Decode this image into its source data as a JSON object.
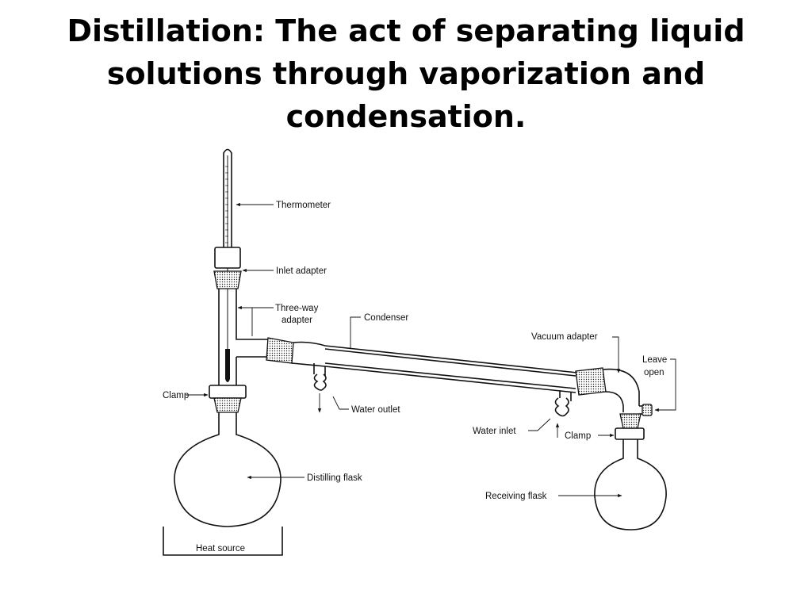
{
  "title": {
    "term": "Distillation:",
    "definition": " The act of separating liquid solutions through vaporization and condensation."
  },
  "labels": {
    "thermometer": "Thermometer",
    "inlet_adapter": "Inlet adapter",
    "three_way_line1": "Three-way",
    "three_way_line2": "adapter",
    "condenser": "Condenser",
    "vacuum_adapter": "Vacuum adapter",
    "leave_open_line1": "Leave",
    "leave_open_line2": "open",
    "clamp_left": "Clamp",
    "water_outlet": "Water outlet",
    "water_inlet": "Water inlet",
    "clamp_right": "Clamp",
    "distilling_flask": "Distilling flask",
    "receiving_flask": "Receiving flask",
    "heat_source": "Heat source"
  },
  "colors": {
    "ink": "#111111",
    "background": "#ffffff"
  }
}
